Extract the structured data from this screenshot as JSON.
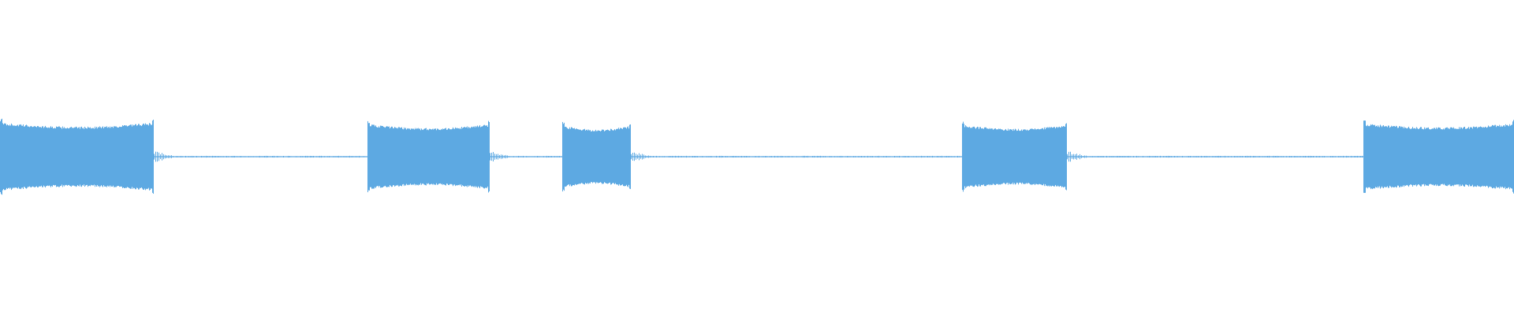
{
  "waveform": {
    "color": "#5DA9E2",
    "background": "#FFFFFF",
    "segments": [
      {
        "kind": "burst",
        "start": 0.0,
        "end": 0.1015,
        "level": 0.215
      },
      {
        "kind": "silence",
        "start": 0.1015,
        "end": 0.2425,
        "level": 0.004
      },
      {
        "kind": "burst",
        "start": 0.2425,
        "end": 0.3235,
        "level": 0.205
      },
      {
        "kind": "silence",
        "start": 0.3235,
        "end": 0.3715,
        "level": 0.004
      },
      {
        "kind": "burst",
        "start": 0.3715,
        "end": 0.4165,
        "level": 0.195
      },
      {
        "kind": "silence",
        "start": 0.4165,
        "end": 0.6355,
        "level": 0.004
      },
      {
        "kind": "burst",
        "start": 0.6355,
        "end": 0.7045,
        "level": 0.2
      },
      {
        "kind": "silence",
        "start": 0.7045,
        "end": 0.9005,
        "level": 0.004
      },
      {
        "kind": "burst",
        "start": 0.9005,
        "end": 1.0,
        "level": 0.21
      }
    ]
  }
}
